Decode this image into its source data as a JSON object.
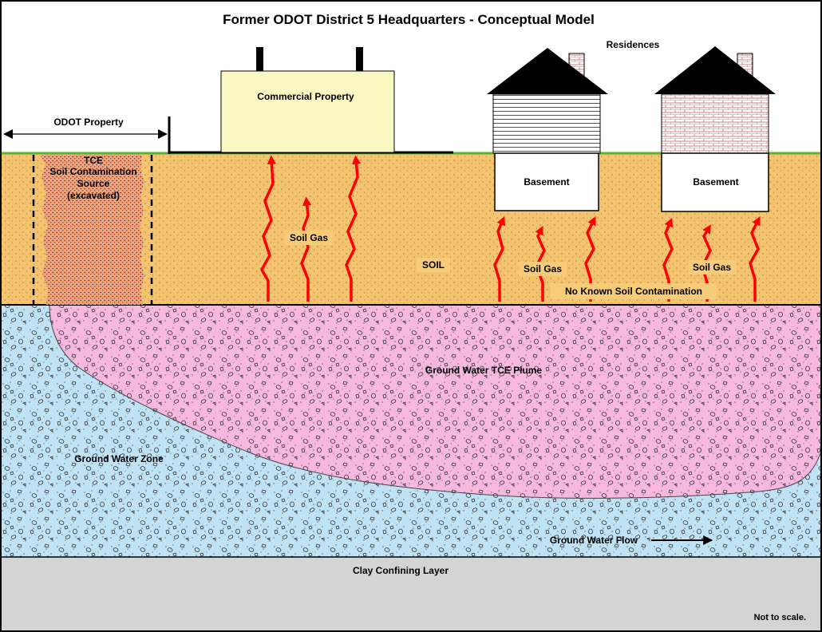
{
  "title": "Former ODOT District 5 Headquarters - Conceptual Model",
  "labels": {
    "residences": "Residences",
    "commercial_property": "Commercial Property",
    "odot_property": "ODOT Property",
    "tce_source_line1": "TCE",
    "tce_source_line2": "Soil Contamination",
    "tce_source_line3": "Source",
    "tce_source_line4": "(excavated)",
    "basement_1": "Basement",
    "basement_2": "Basement",
    "soil_gas_1": "Soil Gas",
    "soil_gas_2": "Soil Gas",
    "soil_gas_3": "Soil Gas",
    "soil": "SOIL",
    "no_known_soil_contamination": "No Known Soil Contamination",
    "ground_water_tce_plume": "Ground Water TCE Plume",
    "ground_water_zone": "Ground Water Zone",
    "ground_water_flow": "Ground Water Flow",
    "clay_confining_layer": "Clay Confining Layer",
    "not_to_scale": "Not to scale."
  },
  "colors": {
    "soil": "#f4c36f",
    "tce_source": "#f5a37c",
    "plume": "#f7b8e0",
    "ground_water": "#bfe2f4",
    "clay": "#d4d4d4",
    "commercial_building": "#fbf7c2",
    "roof": "#000000",
    "ground_line": "#5bb52a",
    "soil_gas_arrow": "#ff0000"
  }
}
